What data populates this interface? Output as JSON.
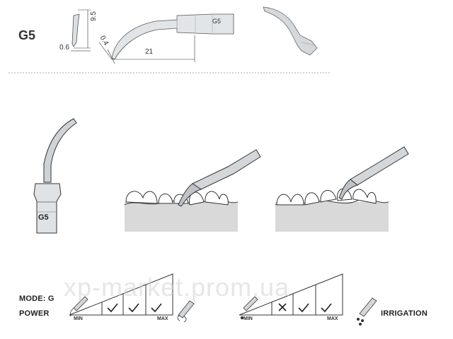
{
  "model": "G5",
  "dimensions": {
    "d1": "0.6",
    "d2": "9.5",
    "d3": "0.4",
    "d4": "21"
  },
  "tip_engraving": "G5",
  "watermark": "xp-market.prom.ua",
  "mode_label": "MODE: G",
  "power_label": "POWER",
  "irrigation_label": "IRRIGATION",
  "power_scale": {
    "min": "MIN",
    "max": "MAX",
    "levels": [
      "check",
      "check",
      "check"
    ]
  },
  "irrigation_scale": {
    "min": "MIN",
    "max": "MAX",
    "levels": [
      "cross",
      "check",
      "check"
    ]
  },
  "colors": {
    "metal": "#c9cdd1",
    "gum": "#d9d9d9",
    "line": "#3a3a3a"
  }
}
